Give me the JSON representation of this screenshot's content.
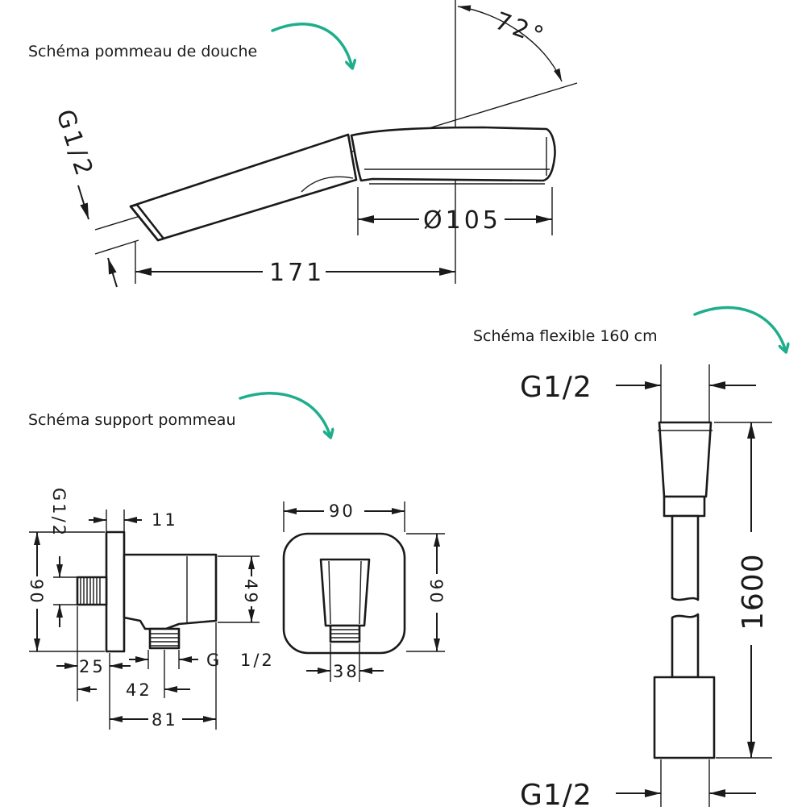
{
  "captions": {
    "shower_head": "Schéma pommeau de douche",
    "support": "Schéma support pommeau",
    "hose": "Schéma flexible 160 cm"
  },
  "shower_head": {
    "angle": "72°",
    "thread": "G1/2",
    "diameter": "Ø105",
    "length": "171"
  },
  "support": {
    "thread_left": "G1/2",
    "d_11": "11",
    "d_90_left": "90",
    "d_49": "49",
    "d_25": "25",
    "d_42": "42",
    "d_81": "81",
    "outlet_thread_g": "G",
    "outlet_thread_half": "1/2",
    "d_90_top": "90",
    "d_90_right": "90",
    "d_38": "38"
  },
  "hose": {
    "thread_top": "G1/2",
    "thread_bottom": "G1/2",
    "length": "1600"
  },
  "colors": {
    "accent_arrow": "#1fae8c",
    "line": "#1a1a1a"
  }
}
